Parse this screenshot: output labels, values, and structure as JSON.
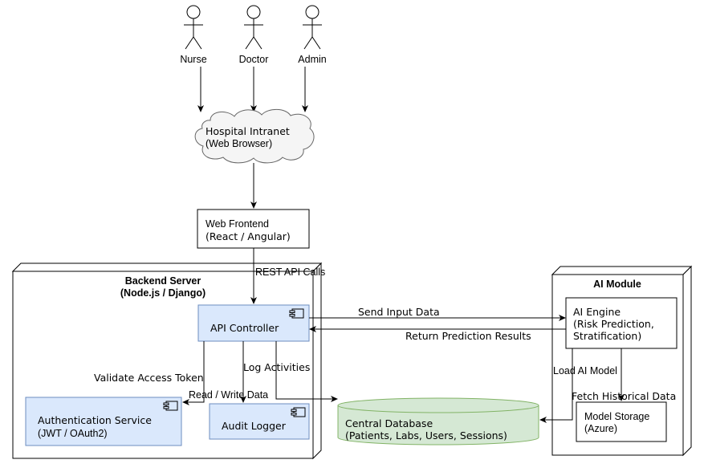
{
  "actors": {
    "nurse": "Nurse",
    "doctor": "Doctor",
    "admin": "Admin"
  },
  "intranet": {
    "line1": "Hospital Intranet",
    "line2": "(Web Browser)"
  },
  "frontend": {
    "line1": "Web Frontend",
    "line2": "(React / Angular)"
  },
  "backend": {
    "title1": "Backend Server",
    "title2": "(Node.js / Django)"
  },
  "api_controller": "API Controller",
  "auth_service": {
    "line1": "Authentication Service",
    "line2": "(JWT / OAuth2)"
  },
  "audit_logger": "Audit Logger",
  "database": {
    "line1": "Central Database",
    "line2": "(Patients, Labs, Users, Sessions)"
  },
  "ai_module": {
    "title": "AI Module",
    "engine1": "AI Engine",
    "engine2": "(Risk Prediction,",
    "engine3": "Stratification)",
    "storage1": "Model Storage",
    "storage2": "(Azure)"
  },
  "edges": {
    "rest": "REST API Calls",
    "send": "Send Input Data",
    "return": "Return Prediction Results",
    "validate": "Validate Access Token",
    "log": "Log Activities",
    "readwrite": "Read / Write Data",
    "load": "Load AI Model",
    "fetch": "Fetch Historical Data"
  },
  "colors": {
    "component_fill": "#dae8fc",
    "component_stroke": "#6c8ebf",
    "database_fill": "#d5e8d4",
    "database_stroke": "#82b366",
    "cloud_fill": "#f5f5f5"
  }
}
